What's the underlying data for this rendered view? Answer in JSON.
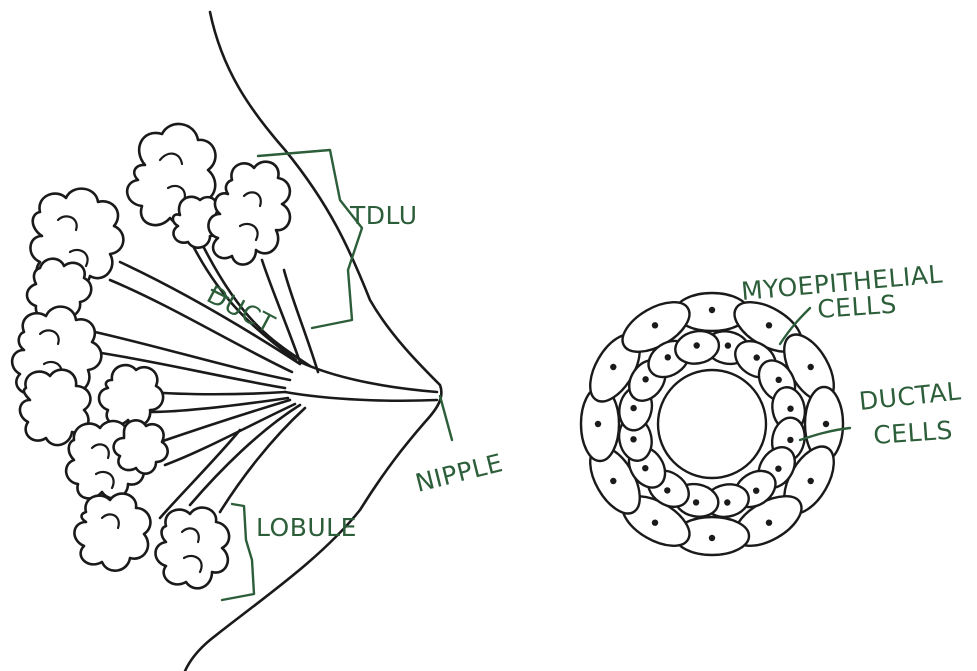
{
  "diagram": {
    "labels": {
      "tdlu": "TDLU",
      "duct": "DUCT",
      "lobule": "LOBULE",
      "nipple": "NIPPLE",
      "myoepithelial_line1": "MYOEPITHELIAL",
      "myoepithelial_line2": "CELLS",
      "ductal_line1": "DUCTAL",
      "ductal_line2": "CELLS"
    },
    "colors": {
      "ink": "#1a1a1a",
      "label": "#2d5e3a",
      "background": "#ffffff"
    }
  }
}
